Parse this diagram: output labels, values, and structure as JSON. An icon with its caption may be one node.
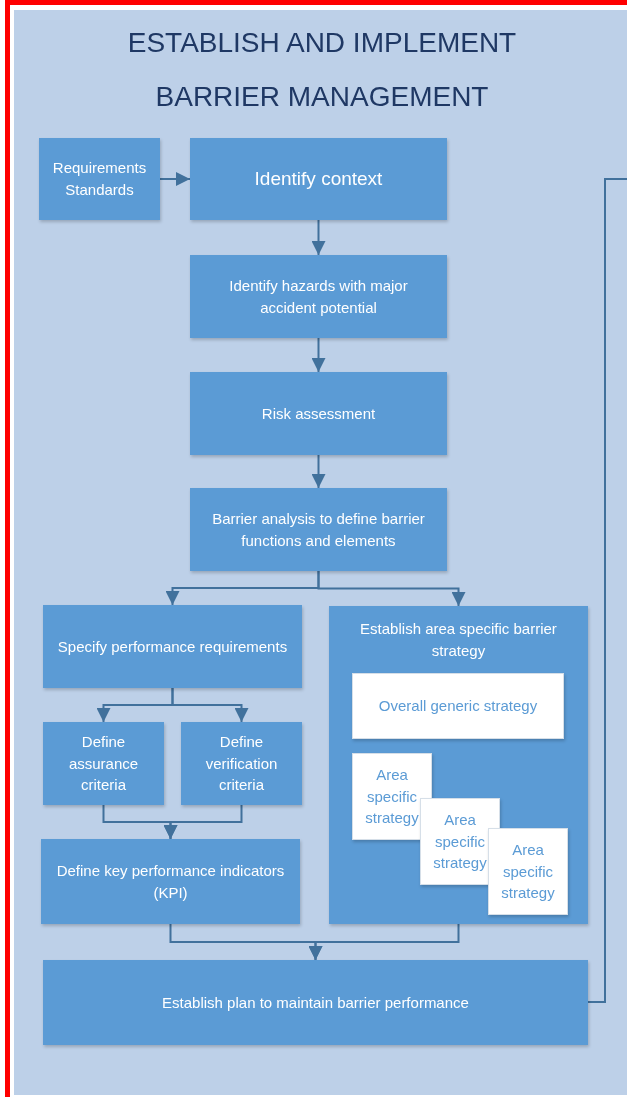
{
  "diagram": {
    "title": "ESTABLISH AND IMPLEMENT BARRIER MANAGEMENT",
    "nodes": [
      {
        "text": [
          "Requirements Standards"
        ]
      },
      {
        "text": [
          "Identify context"
        ]
      },
      {
        "text": [
          "Identify hazards with major accident potential"
        ]
      },
      {
        "text": [
          "Risk assessment"
        ]
      },
      {
        "text": [
          "Barrier analysis to define barrier functions and elements"
        ]
      },
      {
        "text": [
          "Specify performance requirements"
        ]
      },
      {
        "text": [
          "Establish area specific barrier strategy"
        ]
      },
      {
        "text": [
          "Overall generic strategy"
        ],
        "in": 6
      },
      {
        "text": [
          "Area specific strategy"
        ],
        "in": 6
      },
      {
        "text": [
          "Area specific strategy"
        ],
        "in": 6
      },
      {
        "text": [
          "Area specific strategy"
        ],
        "in": 6
      },
      {
        "text": [
          "Define assurance criteria"
        ]
      },
      {
        "text": [
          "Define verification criteria"
        ]
      },
      {
        "text": [
          "Define key performance indicators (KPI)"
        ]
      },
      {
        "text": [
          "Establish plan to maintain barrier performance"
        ]
      }
    ],
    "edges": [
      {
        "from": 0,
        "to": 1,
        "arrow": "to"
      },
      {
        "from": 1,
        "to": 2,
        "arrow": "to"
      },
      {
        "from": 2,
        "to": 3,
        "arrow": "to"
      },
      {
        "from": 3,
        "to": 4,
        "arrow": "to"
      },
      {
        "from": 4,
        "to": 5,
        "arrow": "to"
      },
      {
        "from": 4,
        "to": 6,
        "arrow": "to"
      },
      {
        "from": 5,
        "to": 11,
        "arrow": "to"
      },
      {
        "from": 5,
        "to": 12,
        "arrow": "to"
      },
      {
        "from": 11,
        "to": 13,
        "arrow": "to"
      },
      {
        "from": 12,
        "to": 13,
        "arrow": "to"
      },
      {
        "from": 13,
        "to": 14,
        "arrow": "to"
      },
      {
        "from": 6,
        "to": 14,
        "arrow": "to"
      },
      {
        "from": 14,
        "to": null,
        "arrow": "none"
      }
    ]
  }
}
